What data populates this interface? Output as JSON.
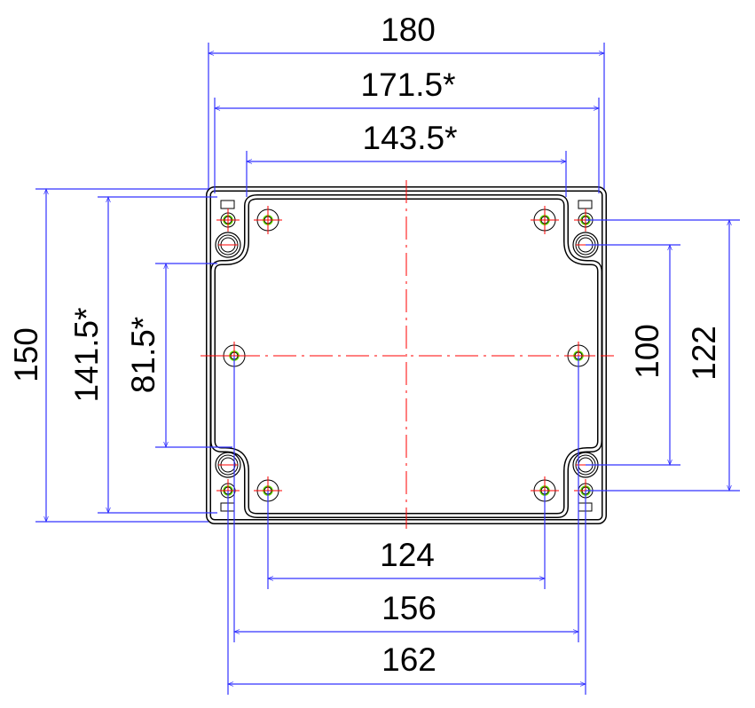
{
  "drawing": {
    "title": "Enclosure top view dimension drawing",
    "colors": {
      "dimension": "#3333ff",
      "centerline": "#ff0000",
      "hole_highlight": "#66dd00",
      "outline": "#000000"
    },
    "dimensions": {
      "overall_width": "180",
      "rim_width": "171.5*",
      "inner_width": "143.5*",
      "overall_height": "150",
      "rim_height": "141.5*",
      "inner_height": "81.5*",
      "boss_pitch_vertical": "100",
      "hole_pitch_vertical": "122",
      "mount_pitch_horizontal": "124",
      "mid_hole_pitch": "156",
      "hole_pitch_horizontal": "162"
    }
  }
}
